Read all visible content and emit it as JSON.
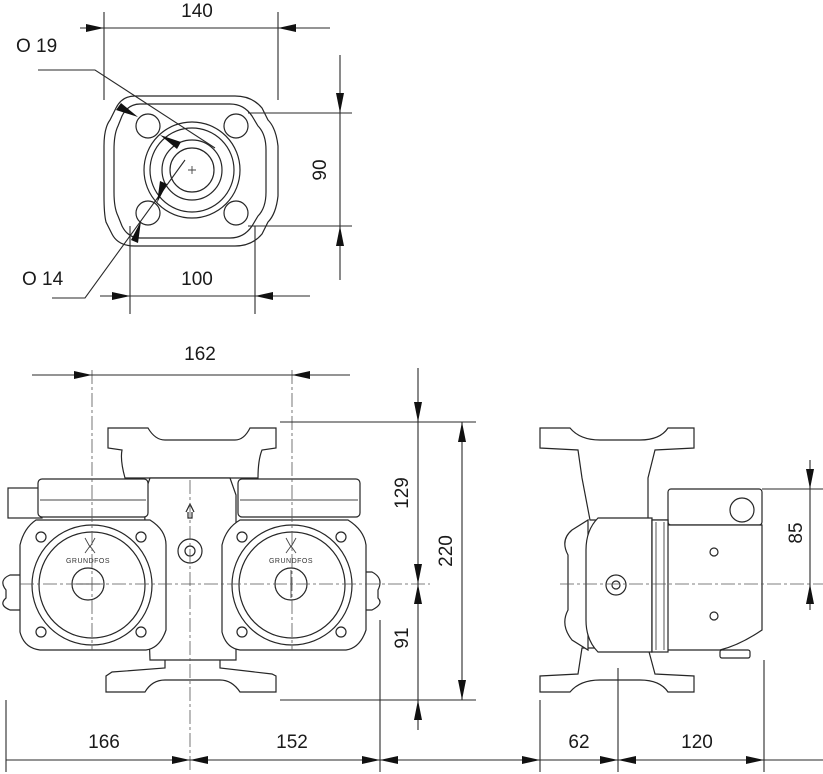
{
  "top_view": {
    "dim_width_outer": "140",
    "dim_hole_large": "O 19",
    "dim_hole_small": "O 14",
    "dim_hole_spacing": "100",
    "dim_height_holes": "90"
  },
  "front_view": {
    "dim_port_spacing": "162",
    "dim_upper_height": "129",
    "dim_total_height": "220",
    "dim_lower_height": "91",
    "dim_left_width": "166",
    "dim_right_width": "152",
    "brand_left": "GRUNDFOS",
    "brand_right": "GRUNDFOS"
  },
  "side_view": {
    "dim_flange_depth": "62",
    "dim_motor_depth": "120",
    "dim_box_height": "85"
  }
}
